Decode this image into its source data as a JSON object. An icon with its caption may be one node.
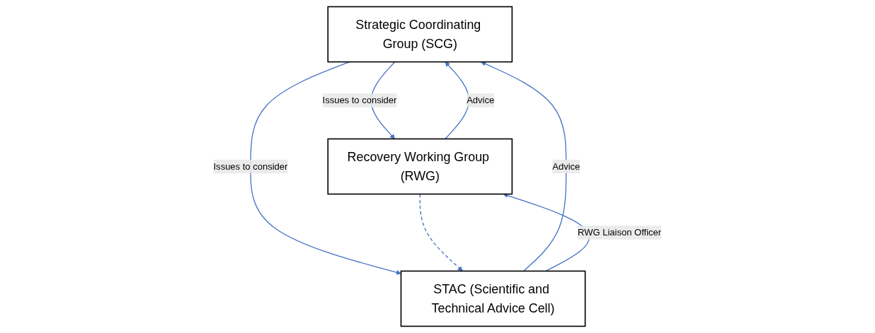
{
  "diagram": {
    "nodes": [
      {
        "text": [
          "Strategic Coordinating Group (SCG)"
        ]
      },
      {
        "text": [
          "Recovery Working Group (RWG)"
        ]
      },
      {
        "text": [
          "STAC (Scientific and Technical Advice Cell)"
        ]
      }
    ],
    "edges": [
      {
        "from": 1,
        "to": 0,
        "arrow": "to",
        "label": "Advice"
      },
      {
        "from": 0,
        "to": 1,
        "arrow": "to",
        "label": "Issues to consider"
      },
      {
        "from": 2,
        "to": 0,
        "arrow": "to",
        "label": "Advice"
      },
      {
        "from": 0,
        "to": 2,
        "arrow": "to",
        "label": "Issues to consider"
      },
      {
        "from": 2,
        "to": 1,
        "arrow": "to",
        "label": "RWG Liaison Officer"
      },
      {
        "from": 1,
        "to": 2,
        "arrow": "to",
        "style": "dashed"
      }
    ]
  }
}
